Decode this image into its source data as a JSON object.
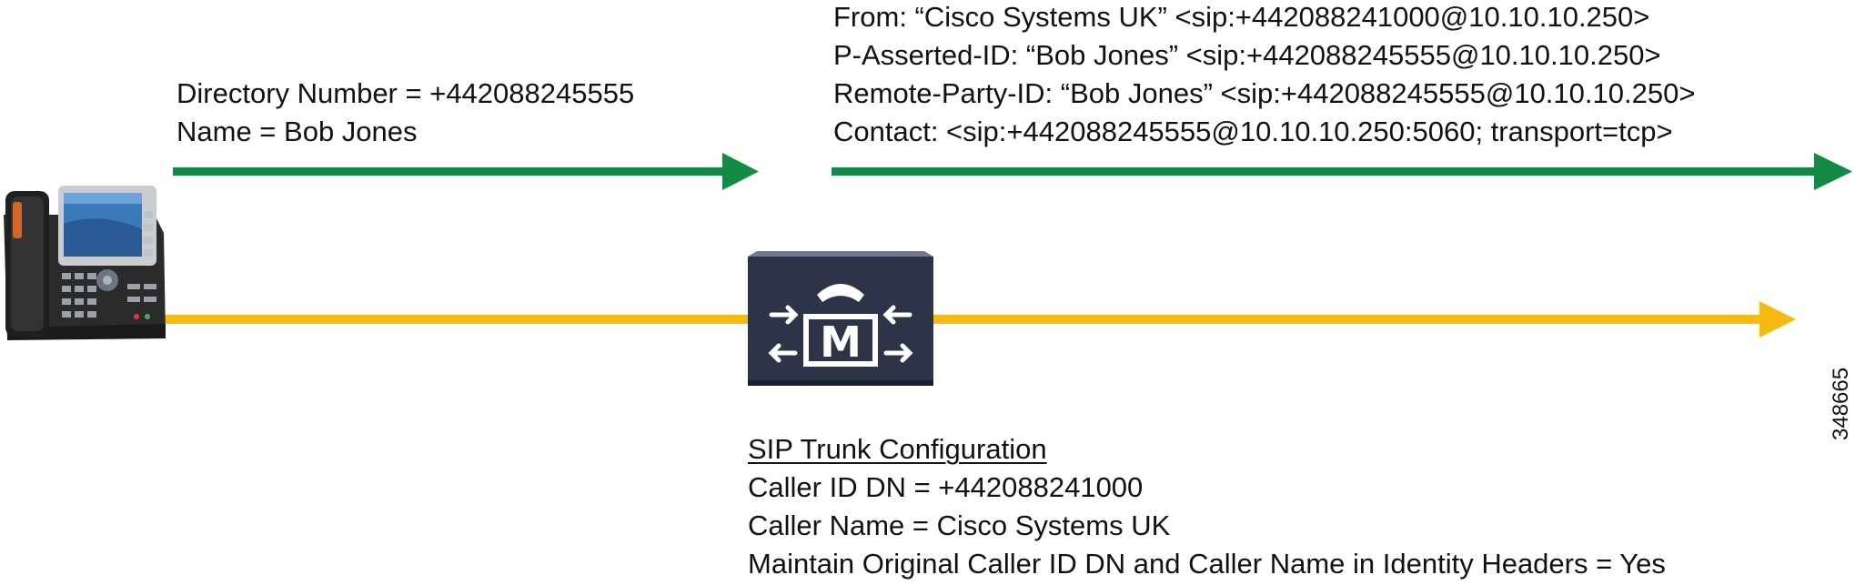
{
  "phone_signaling": {
    "directory_number": "Directory Number = +442088245555",
    "name": "Name = Bob Jones"
  },
  "sip_headers": {
    "from": "From: “Cisco Systems UK” <sip:+442088241000@10.10.10.250>",
    "p_asserted_id": "P-Asserted-ID: “Bob Jones” <sip:+442088245555@10.10.10.250>",
    "remote_party_id": "Remote-Party-ID: “Bob Jones” <sip:+442088245555@10.10.10.250>",
    "contact": "Contact: <sip:+442088245555@10.10.10.250:5060; transport=tcp>"
  },
  "sip_trunk_config": {
    "heading": "SIP Trunk Configuration",
    "caller_id_dn": "Caller ID DN = +442088241000",
    "caller_name": "Caller Name = Cisco Systems UK",
    "maintain_original": "Maintain Original Caller ID DN and Caller Name in Identity Headers = Yes"
  },
  "figure_id": "348665",
  "colors": {
    "signaling_arrow": "#138a45",
    "media_arrow": "#f5bb12",
    "device_body": "#2e3447",
    "device_face": "#1a1f2c",
    "phone_body": "#2b2b2b"
  },
  "icons": {
    "phone": "ip-phone-icon",
    "call_manager": "call-manager-icon"
  }
}
